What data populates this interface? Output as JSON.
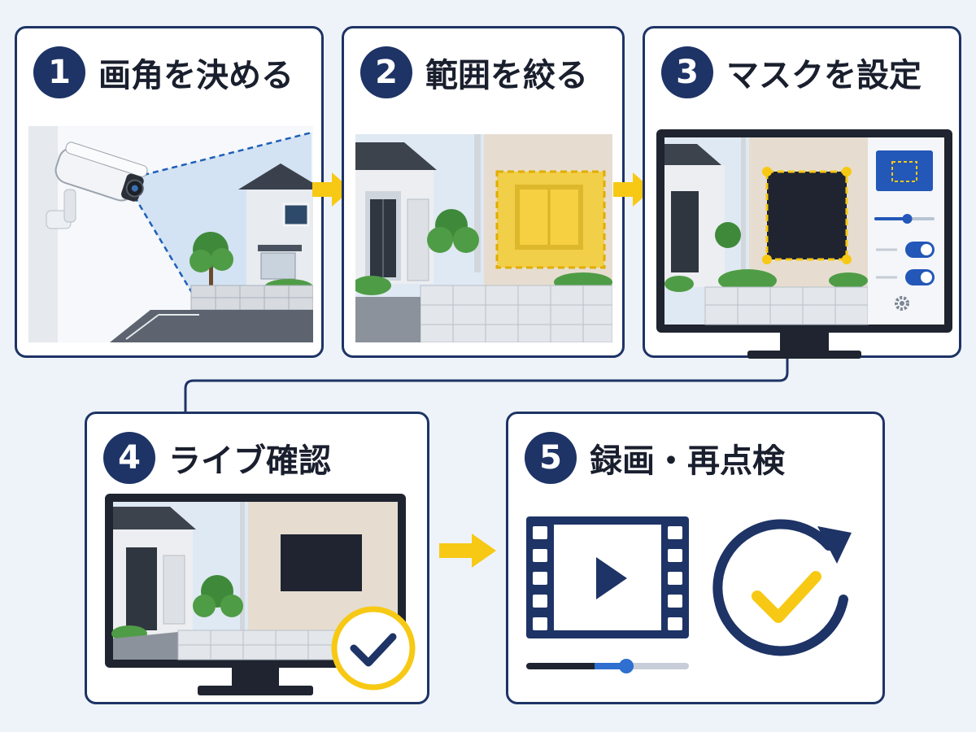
{
  "colors": {
    "navy": "#1e3366",
    "accent_yellow": "#f7c914",
    "background": "#eef3f9",
    "progress_blue": "#2f6fcf"
  },
  "steps": [
    {
      "number": "1",
      "title": "画角を決める",
      "icon": "security-camera-icon"
    },
    {
      "number": "2",
      "title": "範囲を絞る",
      "icon": "selection-area-icon"
    },
    {
      "number": "3",
      "title": "マスクを設定",
      "icon": "privacy-mask-monitor-icon"
    },
    {
      "number": "4",
      "title": "ライブ確認",
      "icon": "live-check-monitor-icon"
    },
    {
      "number": "5",
      "title": "録画・再点検",
      "icon": "video-film-icon"
    }
  ],
  "flow_arrows": [
    "arrow-right-icon",
    "arrow-right-icon",
    "arrow-right-icon"
  ],
  "settings_panel": {
    "slider_level": 0.55,
    "toggle_1_on": true,
    "toggle_2_on": true,
    "icon": "gear-icon"
  },
  "playback": {
    "progress": 0.62,
    "play_icon": "play-icon",
    "recheck_icon": "refresh-check-icon"
  }
}
